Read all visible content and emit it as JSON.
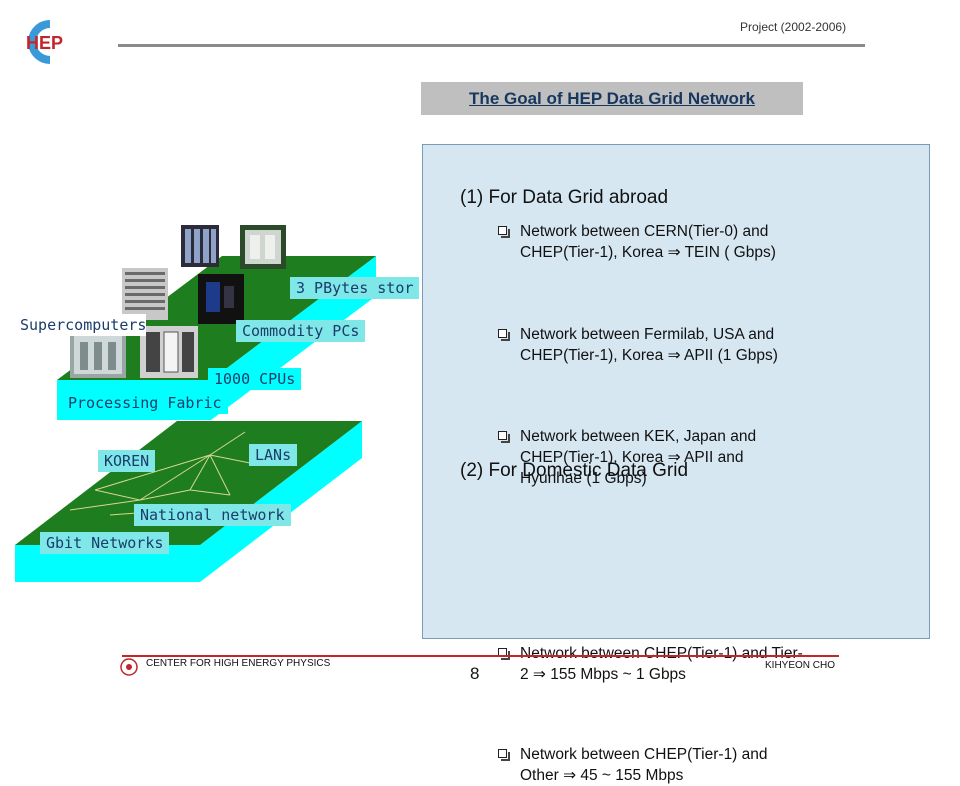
{
  "header": {
    "logo_text": "HEP",
    "project_label": "Project (2002-2006)"
  },
  "title": "The Goal of HEP Data Grid Network",
  "sections": [
    {
      "heading": "(1) For Data Grid abroad",
      "bullets": [
        [
          "Network between CERN(Tier-0) and",
          "CHEP(Tier-1), Korea ⇒  TEIN ( Gbps)"
        ],
        [
          "Network between Fermilab, USA and",
          "CHEP(Tier-1), Korea ⇒ APII  (1 Gbps)"
        ],
        [
          "Network between KEK, Japan and",
          "CHEP(Tier-1), Korea ⇒ APII and",
          "Hyunhae (1 Gbps)"
        ]
      ]
    },
    {
      "heading": "(2) For Domestic Data Grid",
      "bullets": [
        [
          "Network between CHEP(Tier-1) and Tier-",
          "2 ⇒ 155 Mbps ~ 1 Gbps"
        ],
        [
          "Network between CHEP(Tier-1) and",
          "Other ⇒ 45 ~ 155 Mbps"
        ]
      ]
    }
  ],
  "diagram": {
    "storage": "3 PBytes stor",
    "supercomputers": "Supercomputers",
    "commodity_pcs": "Commodity PCs",
    "cpus": "1000 CPUs",
    "processing_fabric": "Processing Fabric",
    "lans": "LANs",
    "koren": "KOREN",
    "national_network": "National network",
    "gbit_networks": "Gbit Networks"
  },
  "footer": {
    "center": "CENTER FOR HIGH ENERGY PHYSICS",
    "page": "8",
    "author": "KIHYEON CHO"
  },
  "colors": {
    "platform_green": "#1e7d1e",
    "platform_cyan": "#00ffff",
    "label_cyan": "#7fe7e7",
    "title_text": "#17375e",
    "box_fill": "#d6e7f2"
  }
}
